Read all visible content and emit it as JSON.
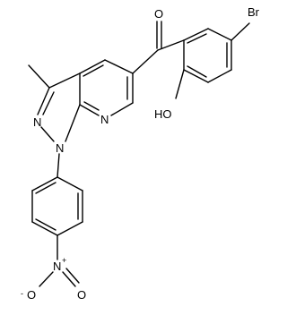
{
  "molecule": {
    "atoms": {
      "bromine": "Br",
      "carbonyl_oxygen": "O",
      "hydroxyl": "HO",
      "pyridine_nitrogen": "N",
      "pyrazole_nitrogen_2": "N",
      "pyrazole_nitrogen_1": "N",
      "nitro_nitrogen": "N",
      "nitro_nitrogen_charge": "+",
      "nitro_oxygen_left": "O",
      "nitro_oxygen_left_charge": "-",
      "nitro_oxygen_right": "O"
    }
  },
  "colors": {
    "bond": "#000000",
    "background": "#ffffff"
  }
}
